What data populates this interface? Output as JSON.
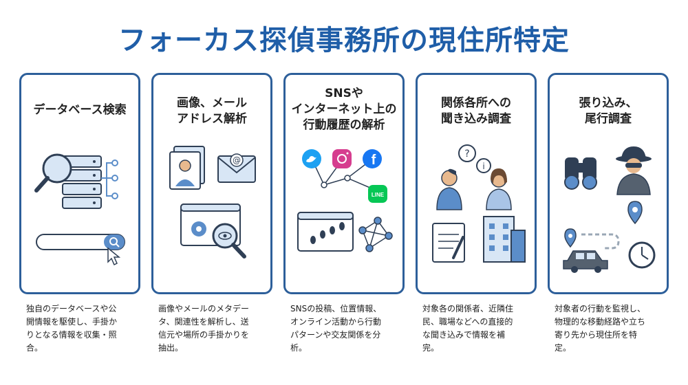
{
  "page": {
    "title": "フォーカス探偵事務所の現住所特定"
  },
  "cards": [
    {
      "title_lines": [
        "データベース検索"
      ],
      "desc_lines": [
        "独自のデータベースや公",
        "開情報を駆使し、手掛か",
        "りとなる情報を収集・照",
        "合。"
      ]
    },
    {
      "title_lines": [
        "画像、メール",
        "アドレス解析"
      ],
      "desc_lines": [
        "画像やメールのメタデー",
        "タ、関連性を解析し、送",
        "信元や場所の手掛かりを",
        "抽出。"
      ]
    },
    {
      "title_lines": [
        "SNSや",
        "インターネット上の",
        "行動履歴の解析"
      ],
      "desc_lines": [
        "SNSの投稿、位置情報、",
        "オンライン活動から行動",
        "パターンや交友関係を分",
        "析。"
      ],
      "icon_labels": {
        "line": "LINE"
      }
    },
    {
      "title_lines": [
        "関係各所への",
        "聞き込み調査"
      ],
      "desc_lines": [
        "対象各の関係者、近隣住",
        "民、職場などへの直接的",
        "な聞き込みで情報を補",
        "完。"
      ]
    },
    {
      "title_lines": [
        "張り込み、",
        "尾行調査"
      ],
      "desc_lines": [
        "対象者の行動を監視し、",
        "物理的な移動経路や立ち",
        "寄り先から現住所を特",
        "定。"
      ]
    }
  ],
  "colors": {
    "title": "#1f5ea8",
    "card_border": "#2d5f9a",
    "icon_blue": "#5b8dc9",
    "icon_light": "#d8e6f5",
    "icon_dark": "#2f3f55",
    "twitter": "#1da1f2",
    "facebook": "#1877f2",
    "line": "#06c755"
  },
  "icons": {
    "card1": [
      "magnifier-icon",
      "server-stack-icon",
      "network-branch-icon",
      "search-bar-icon",
      "cursor-icon"
    ],
    "card2": [
      "photo-person-icon",
      "email-at-icon",
      "browser-gear-icon",
      "magnifier-eye-icon"
    ],
    "card3": [
      "twitter-icon",
      "instagram-icon",
      "facebook-icon",
      "line-icon",
      "footprints-browser-icon",
      "network-graph-icon"
    ],
    "card4": [
      "question-bubble-icon",
      "info-bubble-icon",
      "interviewer-person-icon",
      "witness-person-icon",
      "notepad-icon",
      "building-icon"
    ],
    "card5": [
      "binoculars-icon",
      "detective-icon",
      "map-pin-icon",
      "car-icon",
      "route-icon",
      "clock-icon"
    ]
  }
}
